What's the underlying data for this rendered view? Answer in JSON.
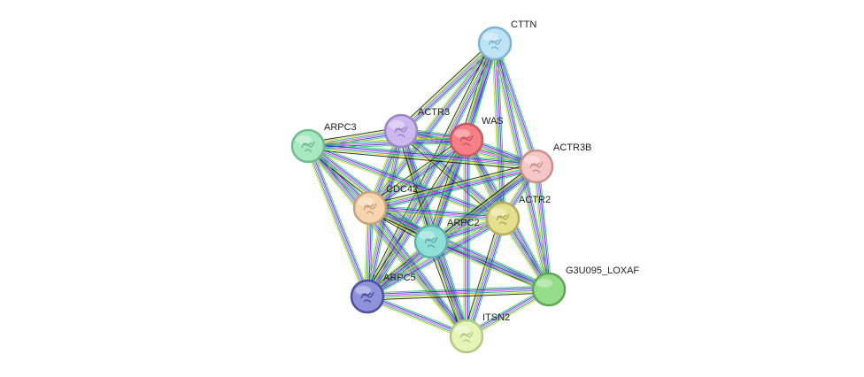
{
  "network": {
    "edge_colors": [
      "#22c55e",
      "#2b2bd6",
      "#d946ef",
      "#0ea5a5",
      "#c6d60a",
      "#111111"
    ],
    "nodes": [
      {
        "id": "CTTN",
        "label": "CTTN",
        "color": "#bde4f5",
        "stroke": "#7fb2cf",
        "icon": "protein-structure-icon"
      },
      {
        "id": "ACTR3",
        "label": "ACTR3",
        "color": "#cdb8f0",
        "stroke": "#9b86c8",
        "icon": "protein-structure-icon"
      },
      {
        "id": "WAS",
        "label": "WAS",
        "color": "#f77f86",
        "stroke": "#c95760",
        "icon": "protein-structure-icon"
      },
      {
        "id": "ARPC3",
        "label": "ARPC3",
        "color": "#a8e8c0",
        "stroke": "#6fbd8b",
        "icon": "protein-structure-icon"
      },
      {
        "id": "ACTR3B",
        "label": "ACTR3B",
        "color": "#f7c6c6",
        "stroke": "#c99090",
        "icon": "protein-structure-icon"
      },
      {
        "id": "CDC42",
        "label": "CDC42",
        "color": "#f7d4b0",
        "stroke": "#c9a07a",
        "icon": "protein-structure-icon"
      },
      {
        "id": "ACTR2",
        "label": "ACTR2",
        "color": "#e6e08e",
        "stroke": "#b4ad5e",
        "icon": "protein-structure-icon"
      },
      {
        "id": "ARPC2",
        "label": "ARPC2",
        "color": "#8fded8",
        "stroke": "#5fb0aa",
        "icon": "protein-structure-icon"
      },
      {
        "id": "G3U095_LOXAF",
        "label": "G3U095_LOXAF",
        "color": "#95dd8a",
        "stroke": "#5da653",
        "icon": ""
      },
      {
        "id": "ARPC5",
        "label": "ARPC5",
        "color": "#8f93dc",
        "stroke": "#4b4fa0",
        "icon": "protein-structure-icon"
      },
      {
        "id": "ITSN2",
        "label": "ITSN2",
        "color": "#e5f5b8",
        "stroke": "#b3c985",
        "icon": "protein-structure-icon"
      }
    ],
    "edges": [
      [
        "CTTN",
        "ACTR3"
      ],
      [
        "CTTN",
        "WAS"
      ],
      [
        "CTTN",
        "CDC42"
      ],
      [
        "CTTN",
        "ARPC2"
      ],
      [
        "CTTN",
        "ACTR2"
      ],
      [
        "CTTN",
        "ACTR3B"
      ],
      [
        "CTTN",
        "ARPC5"
      ],
      [
        "CTTN",
        "G3U095_LOXAF"
      ],
      [
        "ACTR3",
        "WAS"
      ],
      [
        "ACTR3",
        "ARPC3"
      ],
      [
        "ACTR3",
        "ACTR3B"
      ],
      [
        "ACTR3",
        "CDC42"
      ],
      [
        "ACTR3",
        "ACTR2"
      ],
      [
        "ACTR3",
        "ARPC2"
      ],
      [
        "ACTR3",
        "ARPC5"
      ],
      [
        "ACTR3",
        "ITSN2"
      ],
      [
        "WAS",
        "ARPC3"
      ],
      [
        "WAS",
        "ACTR3B"
      ],
      [
        "WAS",
        "CDC42"
      ],
      [
        "WAS",
        "ACTR2"
      ],
      [
        "WAS",
        "ARPC2"
      ],
      [
        "WAS",
        "ARPC5"
      ],
      [
        "WAS",
        "ITSN2"
      ],
      [
        "WAS",
        "G3U095_LOXAF"
      ],
      [
        "ARPC3",
        "ACTR3B"
      ],
      [
        "ARPC3",
        "CDC42"
      ],
      [
        "ARPC3",
        "ACTR2"
      ],
      [
        "ARPC3",
        "ARPC2"
      ],
      [
        "ARPC3",
        "ARPC5"
      ],
      [
        "ARPC3",
        "ITSN2"
      ],
      [
        "ACTR3B",
        "CDC42"
      ],
      [
        "ACTR3B",
        "ACTR2"
      ],
      [
        "ACTR3B",
        "ARPC2"
      ],
      [
        "ACTR3B",
        "ARPC5"
      ],
      [
        "ACTR3B",
        "G3U095_LOXAF"
      ],
      [
        "CDC42",
        "ACTR2"
      ],
      [
        "CDC42",
        "ARPC2"
      ],
      [
        "CDC42",
        "ARPC5"
      ],
      [
        "CDC42",
        "ITSN2"
      ],
      [
        "CDC42",
        "G3U095_LOXAF"
      ],
      [
        "ACTR2",
        "ARPC2"
      ],
      [
        "ACTR2",
        "ARPC5"
      ],
      [
        "ACTR2",
        "ITSN2"
      ],
      [
        "ACTR2",
        "G3U095_LOXAF"
      ],
      [
        "ARPC2",
        "ARPC5"
      ],
      [
        "ARPC2",
        "ITSN2"
      ],
      [
        "ARPC2",
        "G3U095_LOXAF"
      ],
      [
        "ARPC5",
        "ITSN2"
      ],
      [
        "ARPC5",
        "G3U095_LOXAF"
      ],
      [
        "ITSN2",
        "G3U095_LOXAF"
      ]
    ]
  }
}
